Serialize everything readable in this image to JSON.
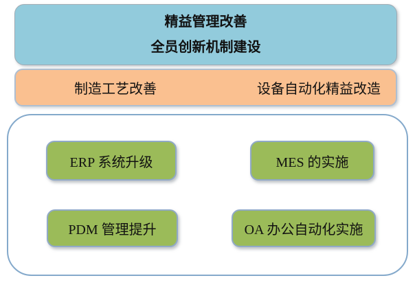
{
  "diagram": {
    "top_banner": {
      "line1": "精益管理改善",
      "line2": "全员创新机制建设",
      "fill": "#92cbdc"
    },
    "mid_banner": {
      "left_label": "制造工艺改善",
      "right_label": "设备自动化精益改造",
      "fill": "#fac090"
    },
    "it_panel": {
      "items": [
        {
          "label": "ERP 系统升级"
        },
        {
          "label": "MES 的实施"
        },
        {
          "label": "PDM 管理提升"
        },
        {
          "label": "OA 办公自动化实施"
        }
      ],
      "item_fill": "#9bbb59",
      "panel_border": "#84a9cb"
    }
  },
  "colors": {
    "background": "#ffffff",
    "top_banner_fill": "#92cbdc",
    "mid_banner_fill": "#fac090",
    "green_box_fill": "#9bbb59",
    "box_border_blue": "#90a9c7",
    "text": "#111111"
  }
}
